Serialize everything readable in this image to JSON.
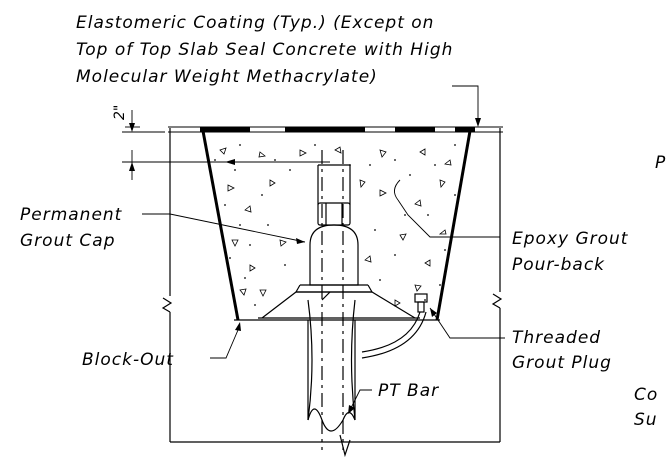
{
  "labels": {
    "coating_1": "Elastomeric Coating (Typ.) (Except on",
    "coating_2": "Top of Top Slab Seal Concrete with High",
    "coating_3": "Molecular Weight Methacrylate)",
    "dim": "2\"",
    "grout_cap_1": "Permanent",
    "grout_cap_2": "Grout Cap",
    "epoxy_1": "Epoxy Grout",
    "epoxy_2": "Pour-back",
    "plug_1": "Threaded",
    "plug_2": "Grout Plug",
    "blockout": "Block-Out",
    "pt_bar": "PT Bar",
    "cut_p": "P",
    "cut_co": "Co",
    "cut_su": "Su"
  },
  "colors": {
    "line": "#000000",
    "background": "#ffffff"
  }
}
